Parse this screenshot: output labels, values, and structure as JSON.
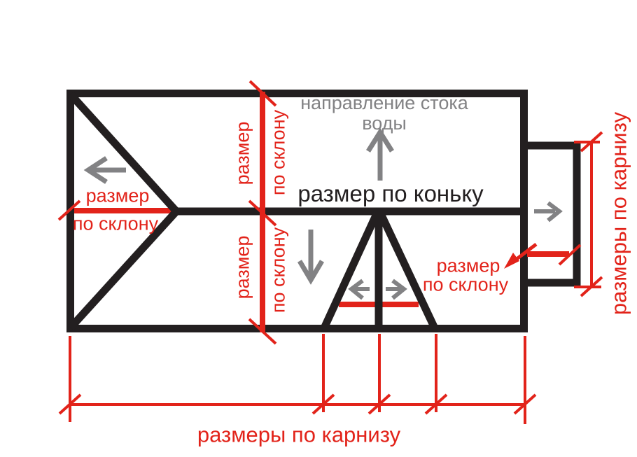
{
  "colors": {
    "ink": "#231f20",
    "red": "#e2231a",
    "gray": "#828284",
    "bg": "#ffffff"
  },
  "labels": {
    "water_flow": {
      "line1": "направление стока",
      "line2": "воды"
    },
    "ridge_size": "размер по коньку",
    "slope_size_left": {
      "line1": "размер",
      "line2": "по склону"
    },
    "slope_size_top": {
      "line1": "размер",
      "line2": "по склону"
    },
    "slope_size_bottom": {
      "line1": "размер",
      "line2": "по склону"
    },
    "slope_size_right": {
      "line1": "размер",
      "line2": "по склону"
    },
    "eaves_sizes_bottom": "размеры по карнизу",
    "eaves_sizes_right": "размеры по карнизу"
  },
  "icons": {
    "flow_arrow_left": "arrow-left",
    "flow_arrow_up": "arrow-up",
    "flow_arrow_down": "arrow-down",
    "flow_arrow_small_left": "arrow-left",
    "flow_arrow_small_right": "arrow-right",
    "flow_arrow_right": "arrow-right",
    "slope_pointer": "arrow-down-left"
  }
}
